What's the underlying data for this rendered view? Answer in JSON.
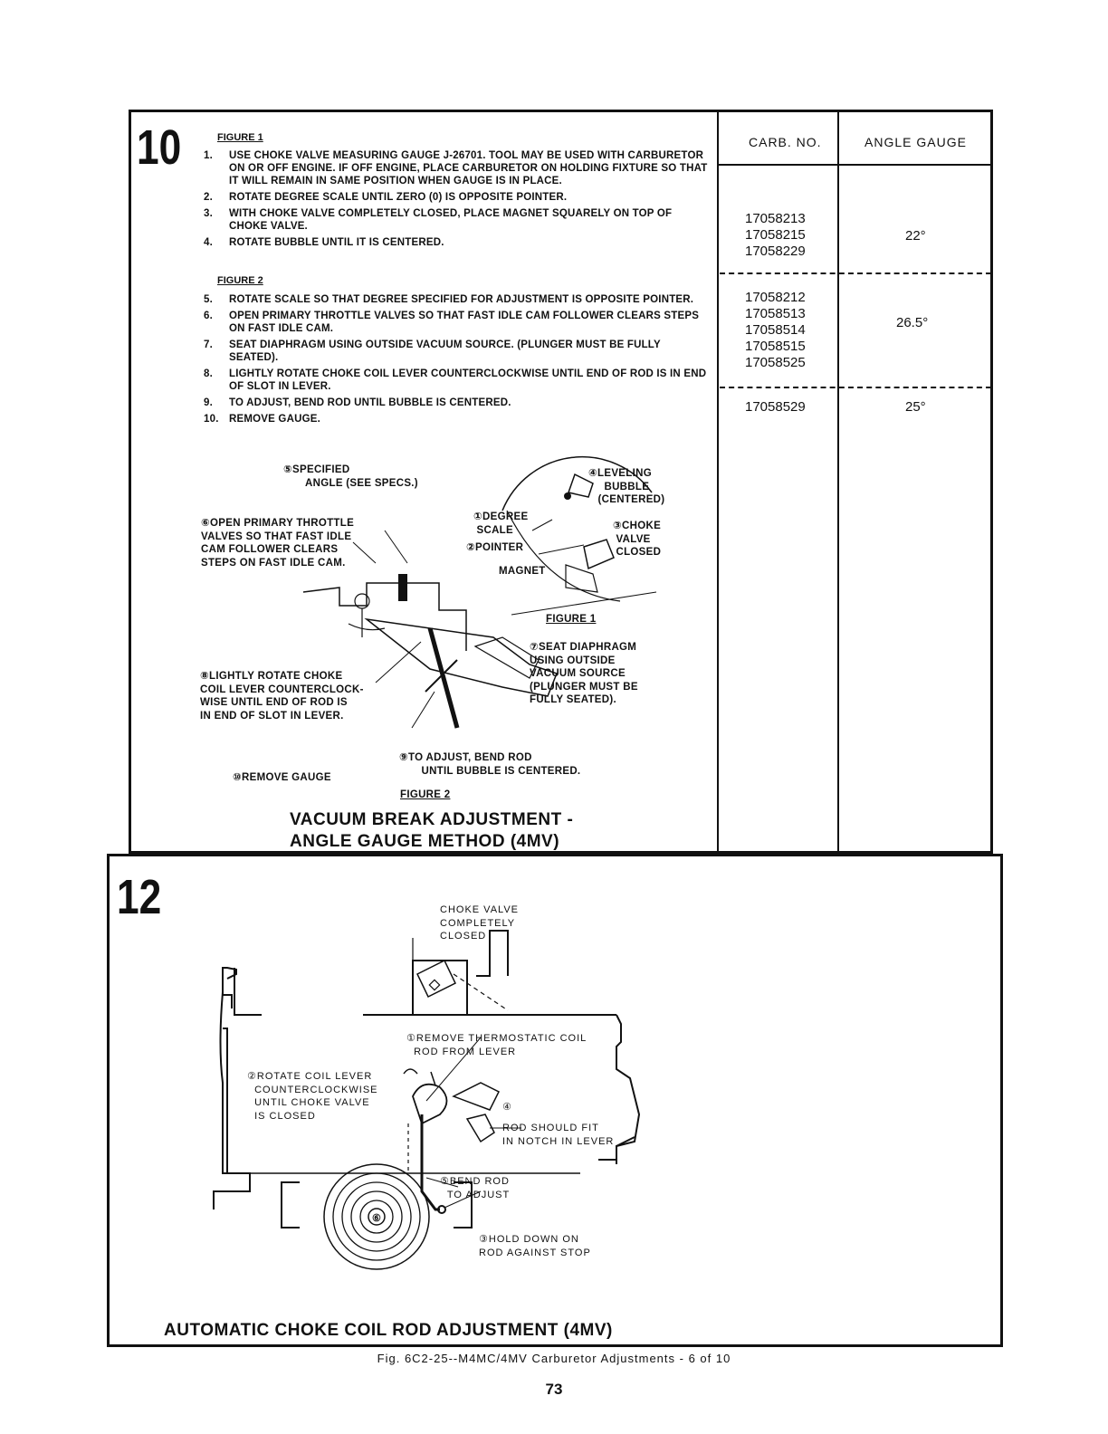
{
  "section10": {
    "number": "10",
    "figure1_label": "FIGURE 1",
    "figure2_label": "FIGURE 2",
    "steps_a": [
      {
        "n": "1.",
        "t": "USE CHOKE VALVE MEASURING GAUGE J-26701. TOOL MAY BE USED WITH CARBURETOR ON OR OFF ENGINE. IF OFF ENGINE, PLACE CARBURETOR ON HOLDING FIXTURE SO THAT IT WILL REMAIN IN SAME POSITION WHEN GAUGE IS IN PLACE."
      },
      {
        "n": "2.",
        "t": "ROTATE DEGREE SCALE UNTIL ZERO (0) IS OPPOSITE POINTER."
      },
      {
        "n": "3.",
        "t": "WITH CHOKE VALVE COMPLETELY CLOSED, PLACE MAGNET SQUARELY ON TOP OF CHOKE VALVE."
      },
      {
        "n": "4.",
        "t": "ROTATE BUBBLE UNTIL IT IS CENTERED."
      }
    ],
    "steps_b": [
      {
        "n": "5.",
        "t": "ROTATE SCALE SO THAT DEGREE SPECIFIED FOR ADJUSTMENT IS OPPOSITE POINTER."
      },
      {
        "n": "6.",
        "t": "OPEN PRIMARY THROTTLE VALVES SO THAT FAST IDLE CAM FOLLOWER CLEARS STEPS ON FAST IDLE CAM."
      },
      {
        "n": "7.",
        "t": "SEAT DIAPHRAGM USING OUTSIDE VACUUM SOURCE. (PLUNGER MUST BE FULLY SEATED)."
      },
      {
        "n": "8.",
        "t": "LIGHTLY ROTATE CHOKE COIL LEVER COUNTERCLOCKWISE UNTIL END OF ROD IS IN END OF SLOT IN LEVER."
      },
      {
        "n": "9.",
        "t": "TO ADJUST, BEND ROD UNTIL BUBBLE IS CENTERED."
      },
      {
        "n": "10.",
        "t": "REMOVE GAUGE."
      }
    ],
    "callouts": {
      "c5": "SPECIFIED\n       ANGLE (SEE SPECS.)",
      "c4": "LEVELING\n     BUBBLE\n   (CENTERED)",
      "c6": "OPEN PRIMARY THROTTLE\nVALVES SO THAT FAST IDLE\nCAM FOLLOWER CLEARS\nSTEPS ON FAST IDLE CAM.",
      "c1": "DEGREE\n SCALE",
      "c3": "CHOKE\n VALVE\n CLOSED",
      "c2": "POINTER",
      "magnet": "MAGNET",
      "fig1": "FIGURE 1",
      "c7": "SEAT DIAPHRAGM\nUSING OUTSIDE\nVACUUM SOURCE\n(PLUNGER MUST BE\nFULLY SEATED).",
      "c8": "LIGHTLY ROTATE CHOKE\nCOIL LEVER COUNTERCLOCK-\nWISE UNTIL END OF ROD IS\nIN END OF SLOT IN LEVER.",
      "c9": "TO ADJUST, BEND ROD\n       UNTIL BUBBLE IS CENTERED.",
      "c10": "REMOVE GAUGE",
      "fig2": "FIGURE 2"
    },
    "title": "VACUUM BREAK ADJUSTMENT -\nANGLE GAUGE METHOD (4MV)",
    "table": {
      "col1": "CARB. NO.",
      "col2": "ANGLE GAUGE",
      "rows": [
        {
          "carbs": "17058213\n17058215\n17058229",
          "angle": "22°"
        },
        {
          "carbs": "17058212\n17058513\n17058514\n17058515\n17058525",
          "angle": "26.5°"
        },
        {
          "carbs": "17058529",
          "angle": "25°"
        }
      ]
    }
  },
  "section12": {
    "number": "12",
    "callouts": {
      "choke": "CHOKE VALVE\nCOMPLETELY\nCLOSED",
      "c1": "REMOVE THERMOSTATIC COIL\n  ROD FROM LEVER",
      "c2": "ROTATE COIL LEVER\n  COUNTERCLOCKWISE\n  UNTIL CHOKE VALVE\n  IS CLOSED",
      "c4": "ROD SHOULD FIT\nIN NOTCH IN LEVER",
      "c5": "BEND ROD\n  TO ADJUST",
      "c3": "HOLD DOWN ON\nROD AGAINST STOP"
    },
    "title": "AUTOMATIC CHOKE COIL ROD ADJUSTMENT (4MV)"
  },
  "caption": "Fig. 6C2-25--M4MC/4MV Carburetor Adjustments - 6 of 10",
  "page_number": "73"
}
